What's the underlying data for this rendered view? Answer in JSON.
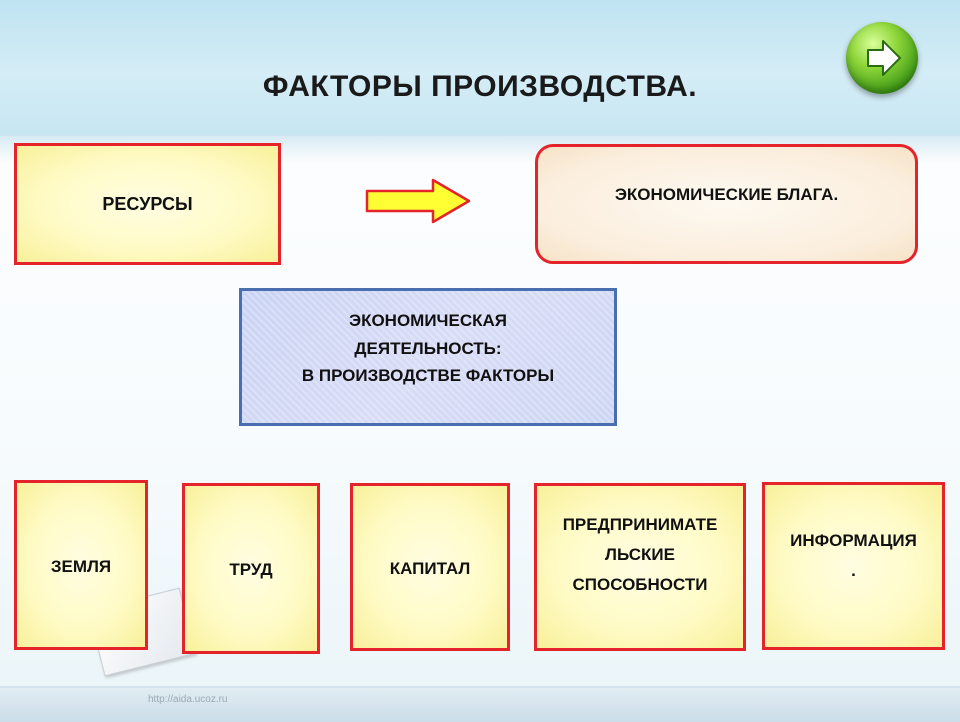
{
  "title": "ФАКТОРЫ  ПРОИЗВОДСТВА.",
  "nav": {
    "next_icon": "arrow-right-icon"
  },
  "colors": {
    "box_border": "#e5232a",
    "activity_border": "#4a6fb0",
    "arrow_fill": "#ffff33"
  },
  "diagram": {
    "resources": "РЕСУРСЫ",
    "goods": "ЭКОНОМИЧЕСКИЕ  БЛАГА.",
    "activity": {
      "line1": "ЭКОНОМИЧЕСКАЯ",
      "line2": "ДЕЯТЕЛЬНОСТЬ:",
      "line3": "В ПРОИЗВОДСТВЕ  ФАКТОРЫ"
    },
    "factors": {
      "land": "ЗЕМЛЯ",
      "labor": "ТРУД",
      "capital": "КАПИТАЛ",
      "entrepreneurship": {
        "line1": "ПРЕДПРИНИМАТЕ",
        "line2": "ЛЬСКИЕ",
        "line3": "СПОСОБНОСТИ"
      },
      "information": {
        "line1": "ИНФОРМАЦИЯ",
        "line2": "."
      }
    }
  },
  "footer": {
    "url": "http://aida.ucoz.ru"
  }
}
